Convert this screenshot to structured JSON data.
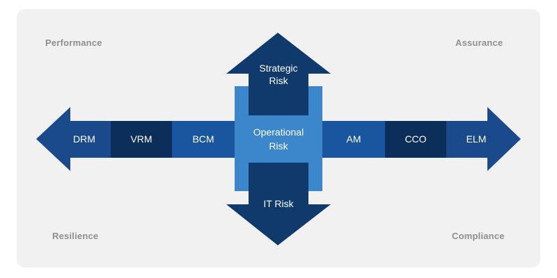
{
  "corners": {
    "top_left": "Performance",
    "top_right": "Assurance",
    "bottom_left": "Resilience",
    "bottom_right": "Compliance"
  },
  "left_segments": [
    "DRM",
    "VRM",
    "BCM"
  ],
  "right_segments": [
    "AM",
    "CCO",
    "ELM"
  ],
  "center": {
    "top": [
      "Strategic",
      "Risk"
    ],
    "middle": [
      "Operational",
      "Risk"
    ],
    "bottom": [
      "IT Risk"
    ]
  },
  "colors": {
    "background_card": "#f1f1f2",
    "corner_text": "#8d8f95",
    "dark_blue": "#0f3a6b",
    "mid_blue": "#1a56a0",
    "navy": "#0b2e5a",
    "light_blue": "#3c86cb",
    "arrow_blue": "#1b4a8c"
  }
}
